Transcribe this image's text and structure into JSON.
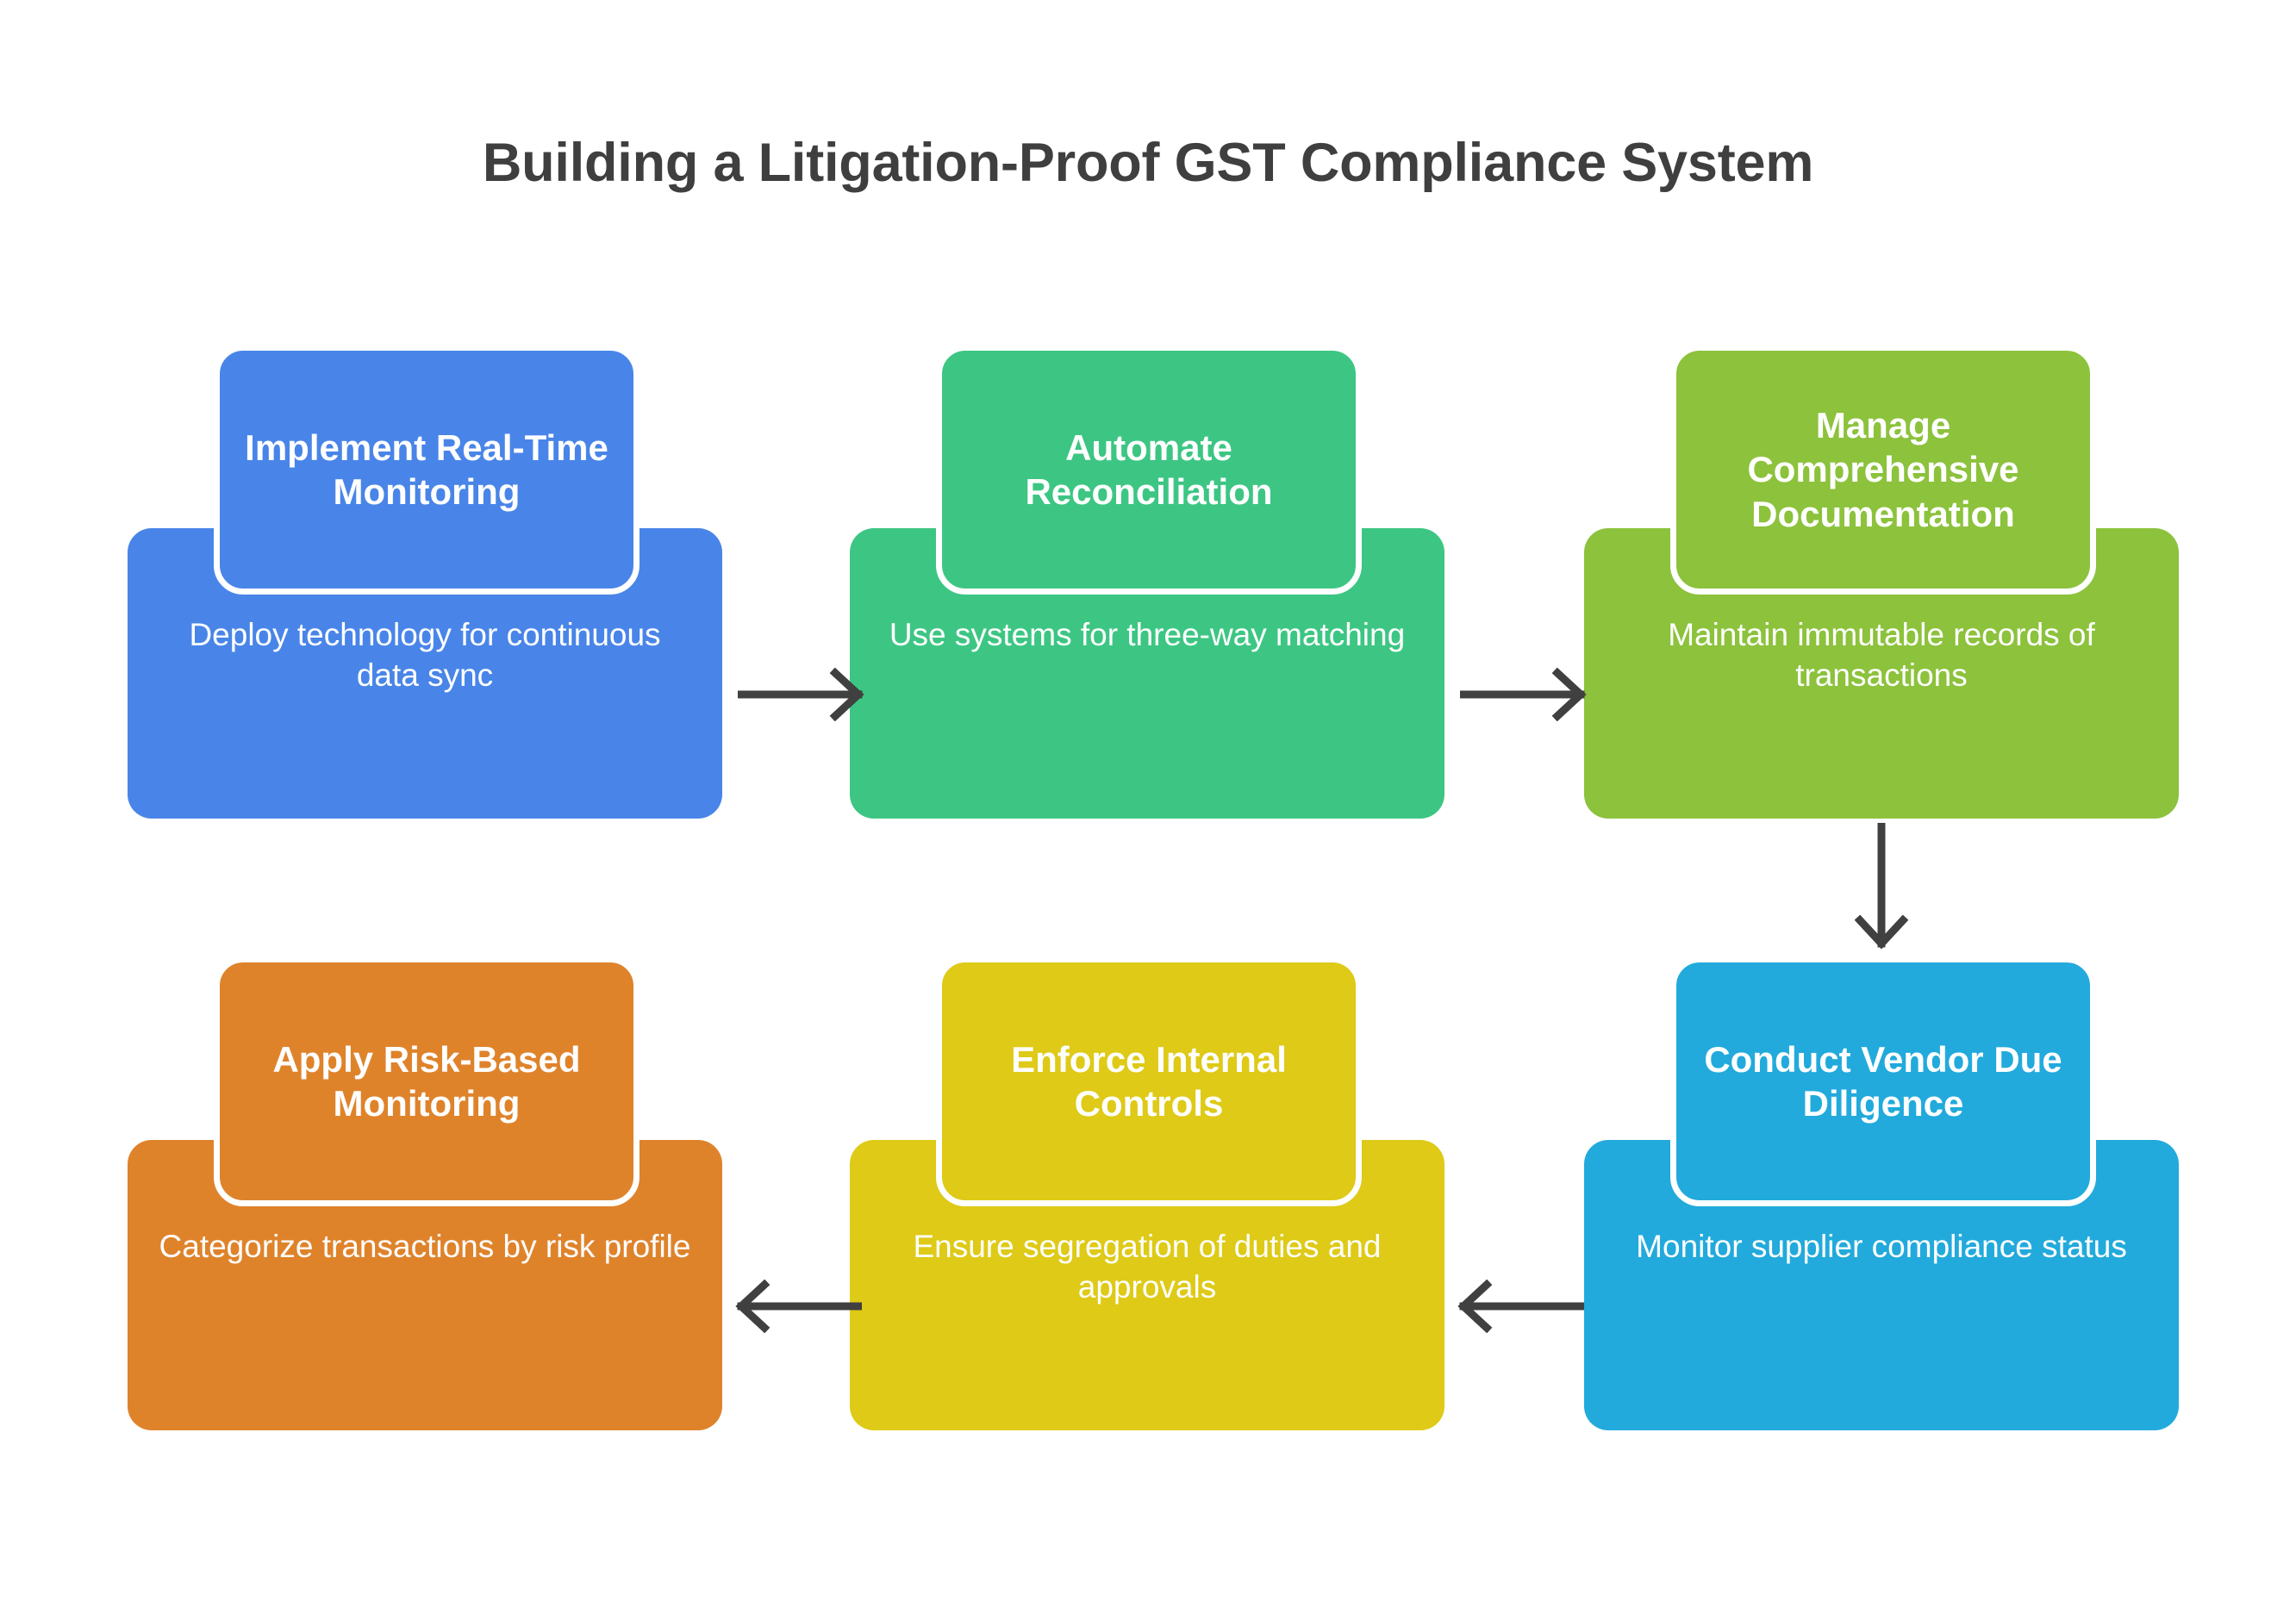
{
  "title": "Building a Litigation-Proof GST Compliance System",
  "colors": {
    "title_text": "#3f3f3f",
    "arrow": "#404040",
    "background": "#ffffff",
    "card_label_text": "#ffffff"
  },
  "cards": [
    {
      "id": "implement-real-time-monitoring",
      "title": "Implement Real-Time Monitoring",
      "description": "Deploy technology for continuous data sync",
      "color": "#4985E8"
    },
    {
      "id": "automate-reconciliation",
      "title": "Automate Reconciliation",
      "description": "Use systems for three-way matching",
      "color": "#3DC683"
    },
    {
      "id": "manage-comprehensive-documentation",
      "title": "Manage Comprehensive Documentation",
      "description": "Maintain immutable records of transactions",
      "color": "#8CC23C"
    },
    {
      "id": "conduct-vendor-due-diligence",
      "title": "Conduct Vendor Due Diligence",
      "description": "Monitor supplier compliance status",
      "color": "#22AADC"
    },
    {
      "id": "enforce-internal-controls",
      "title": "Enforce Internal Controls",
      "description": "Ensure segregation of duties and approvals",
      "color": "#DECA17"
    },
    {
      "id": "apply-risk-based-monitoring",
      "title": "Apply Risk-Based Monitoring",
      "description": "Categorize transactions by risk profile",
      "color": "#DF832B"
    }
  ],
  "arrows": [
    {
      "id": "arrow-1-to-2",
      "direction": "right",
      "from": "implement-real-time-monitoring",
      "to": "automate-reconciliation"
    },
    {
      "id": "arrow-2-to-3",
      "direction": "right",
      "from": "automate-reconciliation",
      "to": "manage-comprehensive-documentation"
    },
    {
      "id": "arrow-3-to-4",
      "direction": "down",
      "from": "manage-comprehensive-documentation",
      "to": "conduct-vendor-due-diligence"
    },
    {
      "id": "arrow-4-to-5",
      "direction": "left",
      "from": "conduct-vendor-due-diligence",
      "to": "enforce-internal-controls"
    },
    {
      "id": "arrow-5-to-6",
      "direction": "left",
      "from": "enforce-internal-controls",
      "to": "apply-risk-based-monitoring"
    }
  ]
}
